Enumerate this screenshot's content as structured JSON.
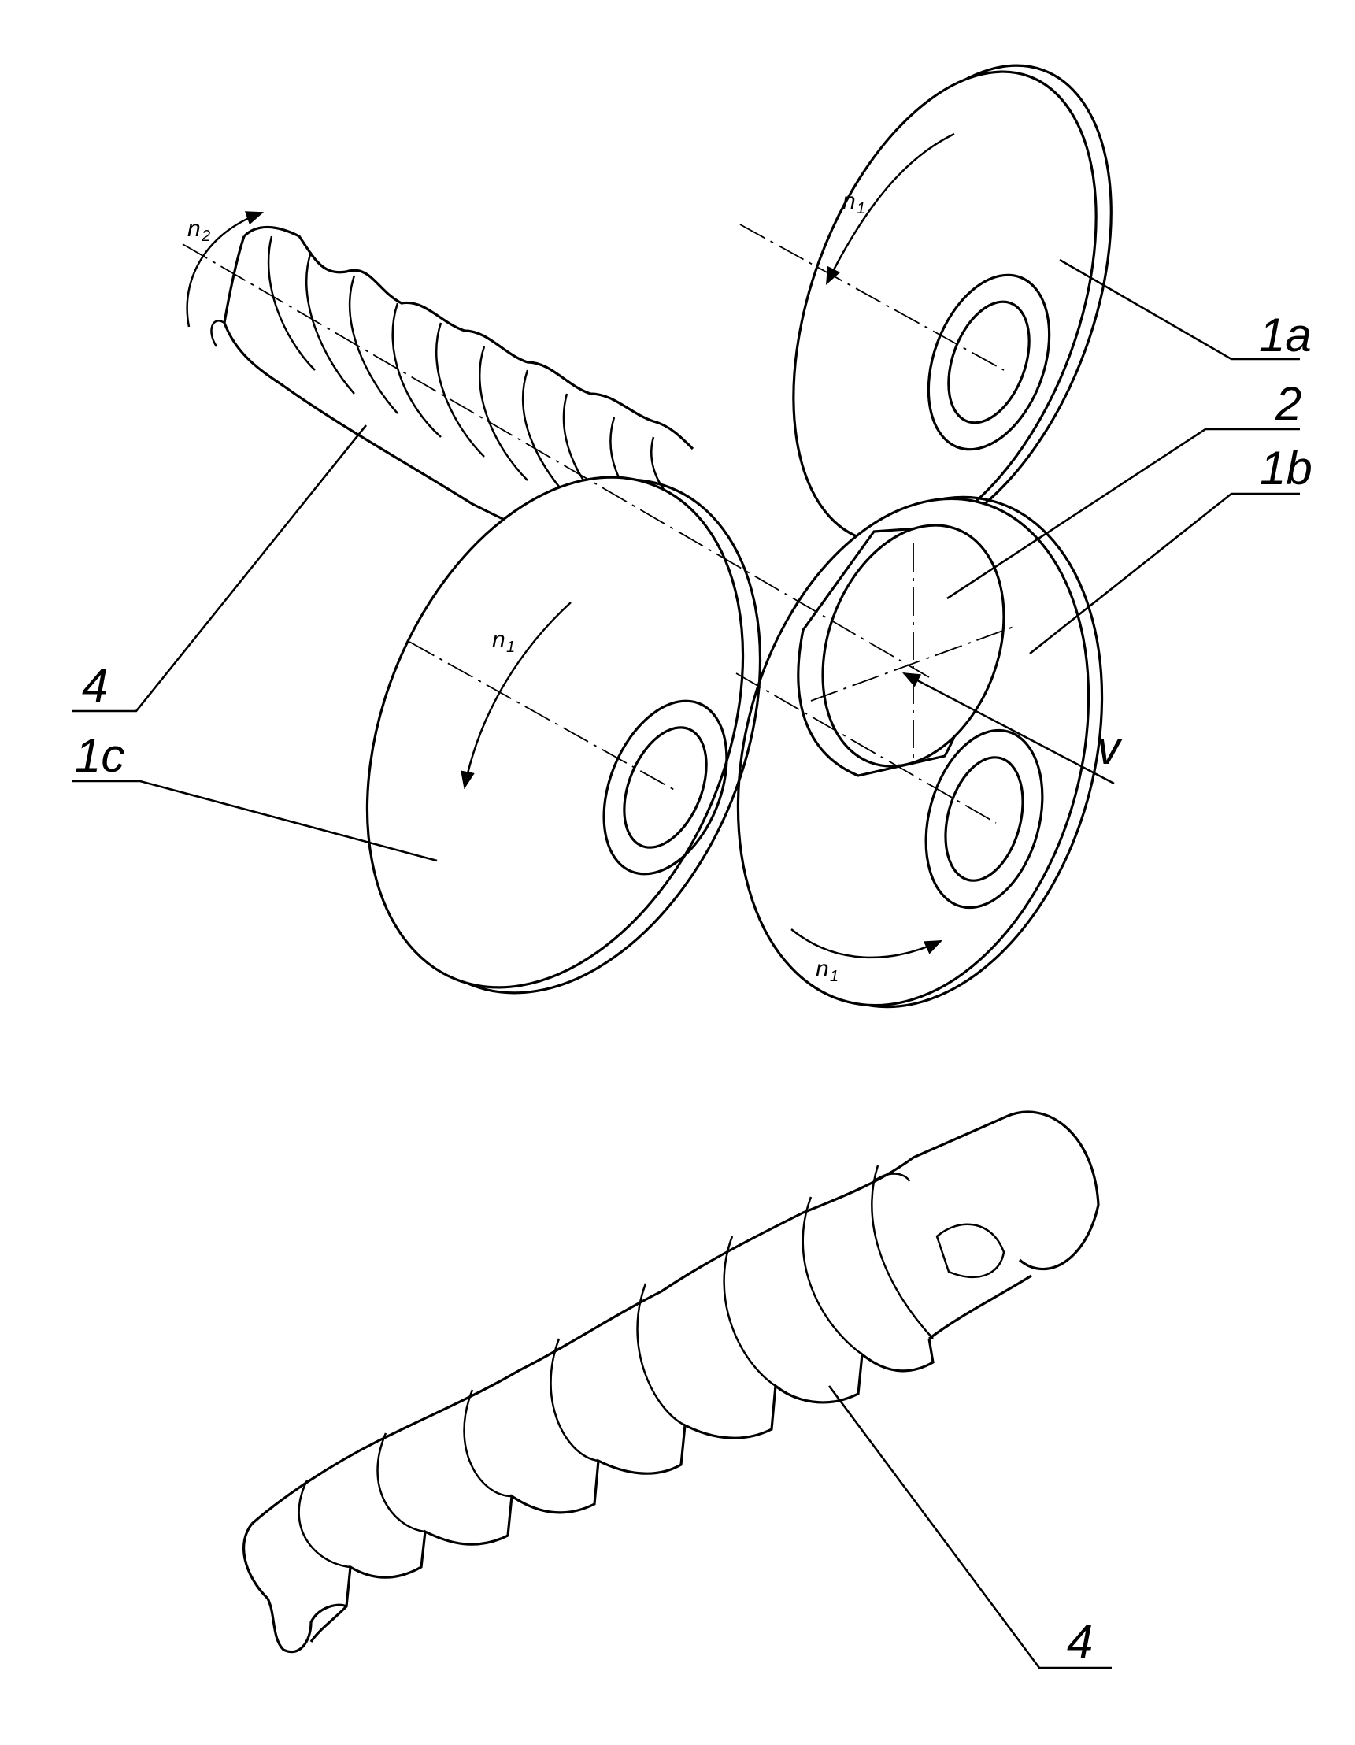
{
  "labels": {
    "roll_a": "1a",
    "roll_b": "1b",
    "roll_c": "1c",
    "blank": "2",
    "workpiece_top": "4",
    "workpiece_bottom": "4",
    "feed": "v"
  },
  "symbols": {
    "n1": "n",
    "n1_sub": "1",
    "n2": "n",
    "n2_sub": "2"
  }
}
